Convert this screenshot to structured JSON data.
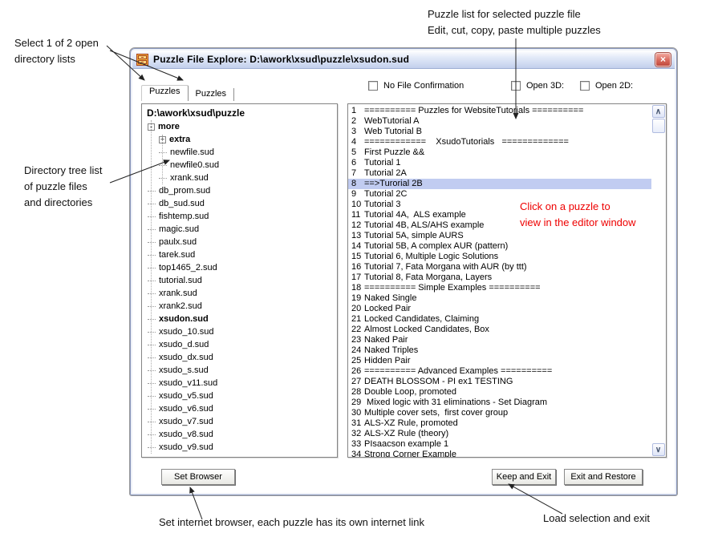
{
  "annotations": {
    "select_line1": "Select 1 of 2 open",
    "select_line2": "directory lists",
    "puzzle_line1": "Puzzle list for selected puzzle file",
    "puzzle_line2": "Edit, cut, copy, paste multiple puzzles",
    "tree_line1": "Directory tree list",
    "tree_line2": "of puzzle files",
    "tree_line3": "and directories",
    "browser_note": "Set internet browser, each puzzle has its own internet link",
    "load_note": "Load selection and exit",
    "editor_hint_line1": "Click on a puzzle to",
    "editor_hint_line2": "view in the editor window"
  },
  "window": {
    "title": "Puzzle File Explore: D:\\awork\\xsud\\puzzle\\xsudon.sud",
    "close_glyph": "×",
    "window_icon": "file-cabinet-icon"
  },
  "tabs": {
    "tab1": "Puzzles",
    "tab2": "Puzzles"
  },
  "checkboxes": {
    "no_confirm": "No File Confirmation",
    "open3d": "Open 3D:",
    "open2d": "Open 2D:"
  },
  "tree": {
    "root": "D:\\awork\\xsud\\puzzle",
    "items": [
      {
        "label": "more",
        "level": 1,
        "bold": true,
        "toggle": "-"
      },
      {
        "label": "extra",
        "level": 2,
        "bold": true,
        "toggle": "+"
      },
      {
        "label": "newfile.sud",
        "level": 2
      },
      {
        "label": "newfile0.sud",
        "level": 2
      },
      {
        "label": "xrank.sud",
        "level": 2
      },
      {
        "label": "db_prom.sud",
        "level": 1
      },
      {
        "label": "db_sud.sud",
        "level": 1
      },
      {
        "label": "fishtemp.sud",
        "level": 1
      },
      {
        "label": "magic.sud",
        "level": 1
      },
      {
        "label": "paulx.sud",
        "level": 1
      },
      {
        "label": "tarek.sud",
        "level": 1
      },
      {
        "label": "top1465_2.sud",
        "level": 1
      },
      {
        "label": "tutorial.sud",
        "level": 1
      },
      {
        "label": "xrank.sud",
        "level": 1
      },
      {
        "label": "xrank2.sud",
        "level": 1
      },
      {
        "label": "xsudon.sud",
        "level": 1,
        "bold": true
      },
      {
        "label": "xsudo_10.sud",
        "level": 1
      },
      {
        "label": "xsudo_d.sud",
        "level": 1
      },
      {
        "label": "xsudo_dx.sud",
        "level": 1
      },
      {
        "label": "xsudo_s.sud",
        "level": 1
      },
      {
        "label": "xsudo_v11.sud",
        "level": 1
      },
      {
        "label": "xsudo_v5.sud",
        "level": 1
      },
      {
        "label": "xsudo_v6.sud",
        "level": 1
      },
      {
        "label": "xsudo_v7.sud",
        "level": 1
      },
      {
        "label": "xsudo_v8.sud",
        "level": 1
      },
      {
        "label": "xsudo_v9.sud",
        "level": 1
      }
    ]
  },
  "list": {
    "items": [
      {
        "n": "1",
        "t": "========== Puzzles for WebsiteTutorials =========="
      },
      {
        "n": "2",
        "t": "WebTutorial A"
      },
      {
        "n": "3",
        "t": "Web Tutorial B"
      },
      {
        "n": "4",
        "t": "============    XsudoTutorials   ============="
      },
      {
        "n": "5",
        "t": "First Puzzle &&"
      },
      {
        "n": "6",
        "t": "Tutorial 1"
      },
      {
        "n": "7",
        "t": "Tutorial 2A"
      },
      {
        "n": "8",
        "t": "==>Turorial 2B",
        "selected": true
      },
      {
        "n": "9",
        "t": "Tutorial 2C"
      },
      {
        "n": "10",
        "t": "Tutorial 3"
      },
      {
        "n": "11",
        "t": "Tutorial 4A,  ALS example"
      },
      {
        "n": "12",
        "t": "Tutorial 4B, ALS/AHS example"
      },
      {
        "n": "13",
        "t": "Tutorial 5A, simple AURS"
      },
      {
        "n": "14",
        "t": "Tutorial 5B, A complex AUR (pattern)"
      },
      {
        "n": "15",
        "t": "Tutorial 6, Multiple Logic Solutions"
      },
      {
        "n": "16",
        "t": "Tutorial 7, Fata Morgana with AUR (by ttt)"
      },
      {
        "n": "17",
        "t": "Tutorial 8, Fata Morgana, Layers"
      },
      {
        "n": "18",
        "t": "========== Simple Examples =========="
      },
      {
        "n": "19",
        "t": "Naked Single"
      },
      {
        "n": "20",
        "t": "Locked Pair"
      },
      {
        "n": "21",
        "t": "Locked Candidates, Claiming"
      },
      {
        "n": "22",
        "t": "Almost Locked Candidates, Box"
      },
      {
        "n": "23",
        "t": "Naked Pair"
      },
      {
        "n": "24",
        "t": "Naked Triples"
      },
      {
        "n": "25",
        "t": "Hidden Pair"
      },
      {
        "n": "26",
        "t": "========== Advanced Examples =========="
      },
      {
        "n": "27",
        "t": "DEATH BLOSSOM - PI ex1 TESTING"
      },
      {
        "n": "28",
        "t": "Double Loop, promoted"
      },
      {
        "n": "29",
        "t": " Mixed logic with 31 eliminations - Set Diagram"
      },
      {
        "n": "30",
        "t": "Multiple cover sets,  first cover group"
      },
      {
        "n": "31",
        "t": "ALS-XZ Rule, promoted"
      },
      {
        "n": "32",
        "t": "ALS-XZ Rule (theory)"
      },
      {
        "n": "33",
        "t": "PIsaacson example 1"
      },
      {
        "n": "34",
        "t": "Strong Corner Example"
      }
    ]
  },
  "buttons": {
    "set_browser": "Set Browser",
    "keep_exit": "Keep and Exit",
    "exit_restore": "Exit and Restore"
  },
  "scrollbar": {
    "up_glyph": "∧",
    "down_glyph": "∨"
  },
  "colors": {
    "selection": "#c1ccf1",
    "hint_red": "#ee0000",
    "titlebar": "#c2cfec"
  }
}
